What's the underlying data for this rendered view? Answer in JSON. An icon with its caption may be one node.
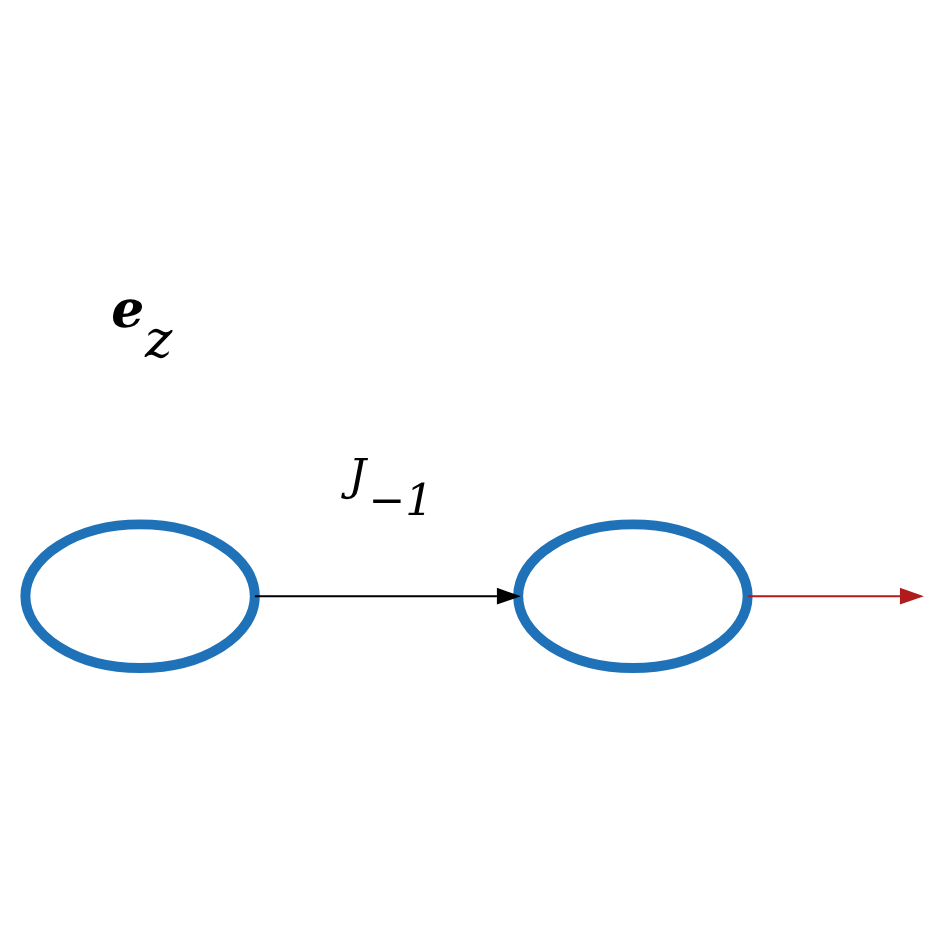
{
  "diagram": {
    "nodes": [
      {
        "text": [],
        "shape": "ellipse"
      },
      {
        "text": [],
        "shape": "ellipse"
      }
    ],
    "edges": [
      {
        "from": 0,
        "to": 1,
        "arrow": "to",
        "label": "J$_{−1}$"
      },
      {
        "from": 1,
        "to": null,
        "arrow": "to",
        "color": "#b01c1c"
      }
    ],
    "labels": [
      "**e**$_{z}$"
    ]
  }
}
